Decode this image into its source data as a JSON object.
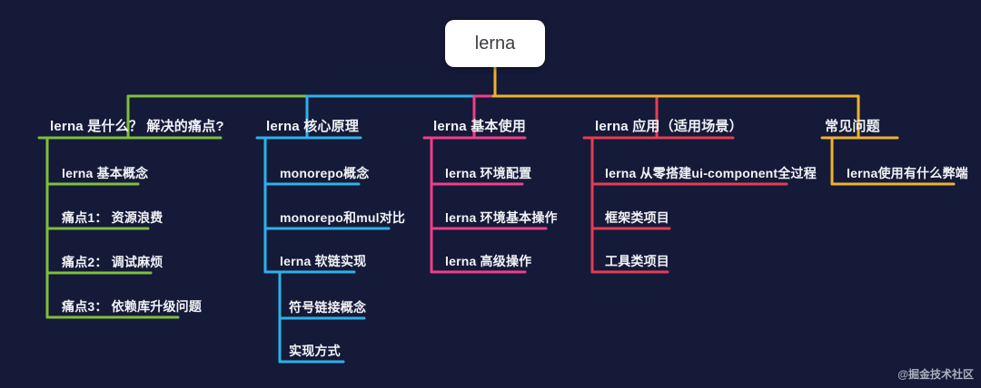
{
  "root": {
    "label": "lerna"
  },
  "watermark": "@掘金技术社区",
  "colors": {
    "background": "#151a38",
    "green": "#7fbe3c",
    "blue": "#2eb1e8",
    "pink": "#ee3e89",
    "red": "#e73c55",
    "yellow": "#eeb22f",
    "text": "#f2f3f7",
    "root_bg": "#ffffff",
    "root_text": "#3c3c43",
    "watermark_color": "#c6c9d4"
  },
  "branches": [
    {
      "label": "lerna 是什么？ 解决的痛点?",
      "color": "#7fbe3c",
      "children": [
        {
          "label": "lerna 基本概念"
        },
        {
          "label": "痛点1： 资源浪费"
        },
        {
          "label": "痛点2： 调试麻烦"
        },
        {
          "label": "痛点3： 依赖库升级问题"
        }
      ]
    },
    {
      "label": "lerna 核心原理",
      "color": "#2eb1e8",
      "children": [
        {
          "label": "monorepo概念"
        },
        {
          "label": "monorepo和mul对比"
        },
        {
          "label": "lerna 软链实现",
          "children": [
            {
              "label": "符号链接概念"
            },
            {
              "label": "实现方式"
            }
          ]
        }
      ]
    },
    {
      "label": "lerna 基本使用",
      "color": "#ee3e89",
      "children": [
        {
          "label": "lerna 环境配置"
        },
        {
          "label": "lerna 环境基本操作"
        },
        {
          "label": "lerna 高级操作"
        }
      ]
    },
    {
      "label": "lerna 应用（适用场景）",
      "color": "#e73c55",
      "children": [
        {
          "label": "lerna 从零搭建ui-component全过程"
        },
        {
          "label": "框架类项目"
        },
        {
          "label": "工具类项目"
        }
      ]
    },
    {
      "label": "常见问题",
      "color": "#eeb22f",
      "children": [
        {
          "label": "lerna使用有什么弊端"
        }
      ]
    }
  ]
}
